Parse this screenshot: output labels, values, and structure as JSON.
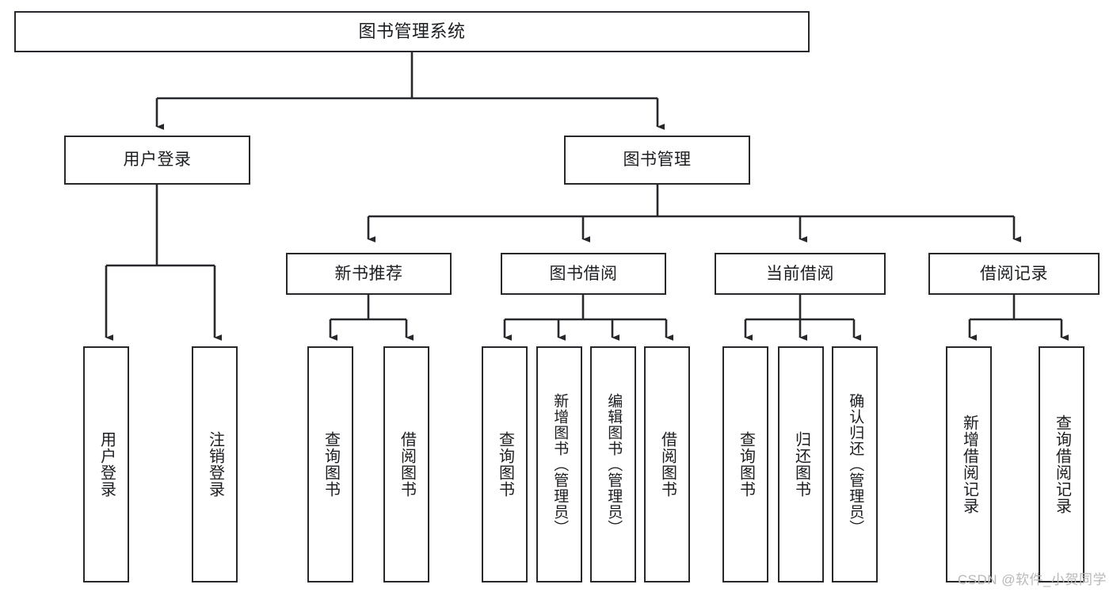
{
  "diagram": {
    "type": "tree-hierarchy",
    "title": "图书管理系统",
    "watermark": "CSDN @软件_小贺同学",
    "colors": {
      "stroke": "#26282b",
      "fill": "#ffffff",
      "text": "#1b1d20",
      "watermark": "#b8b8b8"
    },
    "root": {
      "label": "图书管理系统"
    },
    "level2": [
      {
        "label": "用户登录"
      },
      {
        "label": "图书管理"
      }
    ],
    "level3": [
      {
        "label": "新书推荐"
      },
      {
        "label": "图书借阅"
      },
      {
        "label": "当前借阅"
      },
      {
        "label": "借阅记录"
      }
    ],
    "leaves": {
      "user_login": [
        {
          "label": "用户登录"
        },
        {
          "label": "注销登录"
        }
      ],
      "new_book": [
        {
          "label": "查询图书"
        },
        {
          "label": "借阅图书"
        }
      ],
      "book_borrow": [
        {
          "label": "查询图书"
        },
        {
          "label": "新增图书（管理员）"
        },
        {
          "label": "编辑图书（管理员）"
        },
        {
          "label": "借阅图书"
        }
      ],
      "current_borrow": [
        {
          "label": "查询图书"
        },
        {
          "label": "归还图书"
        },
        {
          "label": "确认归还（管理员）"
        }
      ],
      "borrow_record": [
        {
          "label": "新增借阅记录"
        },
        {
          "label": "查询借阅记录"
        }
      ]
    }
  }
}
